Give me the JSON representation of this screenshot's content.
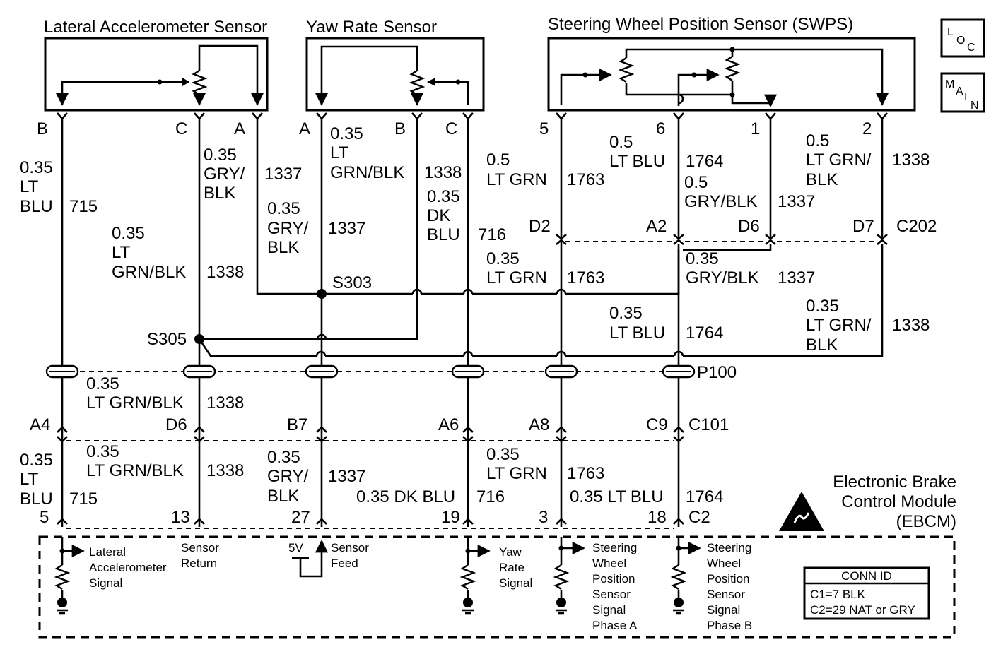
{
  "components": {
    "lateral": {
      "title": "Lateral Accelerometer Sensor",
      "pins": [
        "B",
        "C",
        "A"
      ]
    },
    "yaw": {
      "title": "Yaw Rate Sensor",
      "pins": [
        "A",
        "B",
        "C"
      ]
    },
    "swps": {
      "title": "Steering Wheel Position Sensor (SWPS)",
      "pins": [
        "5",
        "6",
        "1",
        "2"
      ]
    },
    "ebcm": {
      "title_lines": [
        "Electronic Brake",
        "Control Module",
        "(EBCM)"
      ],
      "connector": "C2"
    }
  },
  "badges": {
    "loc": [
      "L",
      "O",
      "C"
    ],
    "main": [
      "M",
      "A",
      "I",
      "N"
    ]
  },
  "upper_wires": {
    "lat_b": [
      "0.35",
      "LT",
      "BLU"
    ],
    "lat_b_circ": "715",
    "lat_c": [
      "0.35",
      "GRY/",
      "BLK"
    ],
    "lat_a_circ": "1337",
    "lat_c_lower": [
      "0.35",
      "LT",
      "GRN/BLK"
    ],
    "lat_c_circ": "1338",
    "yaw_a": [
      "0.35",
      "GRY/",
      "BLK"
    ],
    "yaw_a_circ": "1337",
    "yaw_b": [
      "0.35",
      "LT",
      "GRN/BLK"
    ],
    "yaw_b_circ": "1338",
    "yaw_c": [
      "0.35",
      "DK",
      "BLU"
    ],
    "yaw_c_circ": "716",
    "swps5": [
      "0.5",
      "LT GRN"
    ],
    "swps5_circ": "1763",
    "swps6": [
      "0.5",
      "LT BLU"
    ],
    "swps6_circ": "1764",
    "swps1": [
      "0.5",
      "GRY/BLK"
    ],
    "swps1_circ": "1337",
    "swps2": [
      "0.5",
      "LT GRN/",
      "BLK"
    ],
    "swps2_circ": "1338"
  },
  "connector_c202": {
    "name": "C202",
    "pins": [
      "D2",
      "A2",
      "D6",
      "D7"
    ]
  },
  "middle_wires": {
    "lt_grn": [
      "0.35",
      "LT GRN"
    ],
    "lt_grn_circ": "1763",
    "gry_blk": [
      "0.35",
      "GRY/BLK"
    ],
    "gry_blk_circ": "1337",
    "lt_blu": [
      "0.35",
      "LT BLU"
    ],
    "lt_blu_circ": "1764",
    "lt_grn_blk": [
      "0.35",
      "LT GRN/",
      "BLK"
    ],
    "lt_grn_blk_circ": "1338"
  },
  "splices": {
    "s303": "S303",
    "s305": "S305"
  },
  "p100": {
    "name": "P100",
    "wire": [
      "0.35",
      "LT GRN/BLK"
    ],
    "circ": "1338"
  },
  "connector_c101": {
    "name": "C101",
    "pins": [
      "A4",
      "D6",
      "B7",
      "A6",
      "A8",
      "C9"
    ]
  },
  "lower_wires": {
    "w715": [
      "0.35",
      "LT",
      "BLU"
    ],
    "w715_circ": "715",
    "w1338": [
      "0.35",
      "LT GRN/BLK"
    ],
    "w1338_circ": "1338",
    "w1337": [
      "0.35",
      "GRY/",
      "BLK"
    ],
    "w1337_circ": "1337",
    "w716": "0.35 DK BLU",
    "w716_circ": "716",
    "w1763": [
      "0.35",
      "LT GRN"
    ],
    "w1763_circ": "1763",
    "w1764": "0.35 LT BLU",
    "w1764_circ": "1764"
  },
  "ebcm_pins": [
    "5",
    "13",
    "27",
    "19",
    "3",
    "18"
  ],
  "ebcm_circuits": {
    "lat_signal": [
      "Lateral",
      "Accelerometer",
      "Signal"
    ],
    "sensor_return": [
      "Sensor",
      "Return"
    ],
    "v5": "5V",
    "sensor_feed": [
      "Sensor",
      "Feed"
    ],
    "yaw_signal": [
      "Yaw",
      "Rate",
      "Signal"
    ],
    "phase_a": [
      "Steering",
      "Wheel",
      "Position",
      "Sensor",
      "Signal",
      "Phase A"
    ],
    "phase_b": [
      "Steering",
      "Wheel",
      "Position",
      "Sensor",
      "Signal",
      "Phase B"
    ]
  },
  "conn_id": {
    "title": "CONN ID",
    "rows": [
      "C1=7 BLK",
      "C2=29 NAT or GRY"
    ]
  }
}
